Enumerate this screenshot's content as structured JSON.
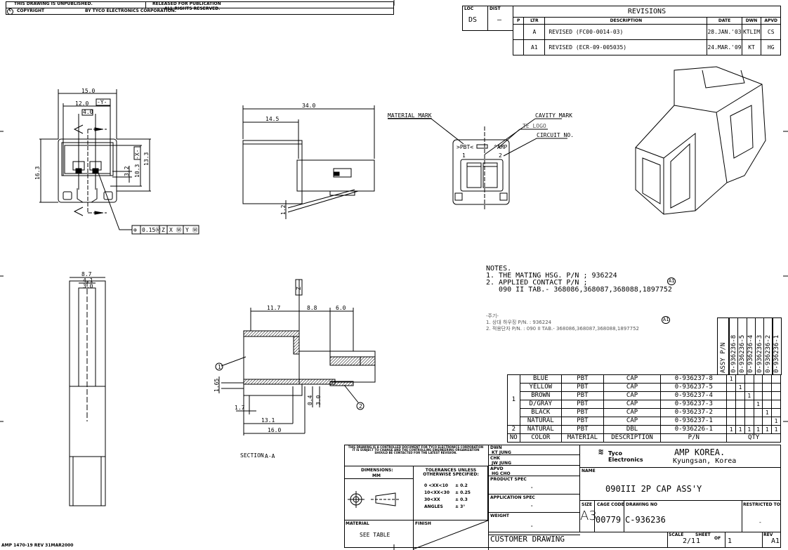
{
  "header": {
    "unpublished": "THIS DRAWING IS UNPUBLISHED.",
    "released": "RELEASED FOR PUBLICATION",
    "copyright": "COPYRIGHT",
    "by_tyco": "BY TYCO ELECTRONICS CORPORATION.",
    "rights": "ALL RIGHTS RESERVED."
  },
  "loc_dist": {
    "loc_label": "LOC",
    "loc_value": "DS",
    "dist_label": "DIST",
    "dist_value": "—"
  },
  "revisions": {
    "title": "REVISIONS",
    "columns": [
      "P",
      "LTR",
      "DESCRIPTION",
      "DATE",
      "DWN",
      "APVD"
    ],
    "rows": [
      {
        "p": "",
        "ltr": "A",
        "desc": "REVISED (FC00-0014-03)",
        "date": "28.JAN.'03",
        "dwn": "KTLIM",
        "apvd": "CS"
      },
      {
        "p": "",
        "ltr": "A1",
        "desc": "REVISED (ECR-09-005035)",
        "date": "24.MAR.'09",
        "dwn": "KT",
        "apvd": "HG"
      }
    ]
  },
  "views": {
    "front": {
      "d15": "15.0",
      "d12": "12.0",
      "d4": "4.0",
      "datum_y": "-Y-",
      "datum_x": "-X-",
      "d163": "16.3",
      "d32": "3.2",
      "d103": "10.3",
      "d133": "13.3",
      "fcf": {
        "symbol": "⊕",
        "tol": "0.15Ⓜ",
        "z": "Z",
        "x": "X Ⓜ",
        "y": "Y Ⓜ"
      }
    },
    "side": {
      "d34": "34.0",
      "d145": "14.5",
      "d12": "1.2"
    },
    "end": {
      "material_mark": "MATERIAL MARK",
      "cavity_mark": "CAVITY MARK",
      "te_logo": "TE LOGO",
      "circuit_no": "CIRCUIT NO.",
      "pbt": ">PBT<",
      "amp": "^AMP",
      "c1": "1",
      "c2": "2"
    },
    "top": {
      "d87": "8.7",
      "d41": "4.1",
      "d30": "3.0"
    },
    "section": {
      "datum_z": "-Z-",
      "d117": "11.7",
      "d88": "8.8",
      "d60": "6.0",
      "d165": "1.65",
      "d04": "0.4",
      "d30": "3.0",
      "d17": "1.7",
      "d131": "13.1",
      "d160": "16.0",
      "b1": "1",
      "b2": "2",
      "label_prefix": "SECTION",
      "label_id": "A-A"
    }
  },
  "notes": {
    "title": "NOTES.",
    "items": [
      "1. THE MATING HSG. P/N ; 936224",
      "2. APPLIED CONTACT P/N ;",
      "   090 II TAB.- 368086,368087,368088,1897752"
    ],
    "rev_flag": "A1"
  },
  "korean_notes": {
    "title": "-주기-",
    "items": [
      "1. 상대 하우징 P/N. : 936224",
      "2. 적용단자 P/N. : 090 II TAB.- 368086,368087,368088,1897752"
    ],
    "rev_flag": "A1"
  },
  "bom": {
    "assy_header": "ASSY P/N",
    "assy_pns": [
      "0-936236-8",
      "0-936236-5",
      "0-936236-4",
      "0-936236-3",
      "0-936236-2",
      "0-936236-1"
    ],
    "columns": [
      "NO",
      "COLOR",
      "MATERIAL",
      "DESCRIPTION",
      "P/N",
      "QTY"
    ],
    "rows": [
      {
        "no": "1",
        "color": "BLUE",
        "material": "PBT",
        "desc": "CAP",
        "pn": "0-936237-8",
        "qty": [
          "1",
          "",
          "",
          "",
          "",
          ""
        ]
      },
      {
        "no": "",
        "color": "YELLOW",
        "material": "PBT",
        "desc": "CAP",
        "pn": "0-936237-5",
        "qty": [
          "",
          "1",
          "",
          "",
          "",
          ""
        ]
      },
      {
        "no": "",
        "color": "BROWN",
        "material": "PBT",
        "desc": "CAP",
        "pn": "0-936237-4",
        "qty": [
          "",
          "",
          "1",
          "",
          "",
          ""
        ]
      },
      {
        "no": "",
        "color": "D/GRAY",
        "material": "PBT",
        "desc": "CAP",
        "pn": "0-936237-3",
        "qty": [
          "",
          "",
          "",
          "1",
          "",
          ""
        ]
      },
      {
        "no": "",
        "color": "BLACK",
        "material": "PBT",
        "desc": "CAP",
        "pn": "0-936237-2",
        "qty": [
          "",
          "",
          "",
          "",
          "1",
          ""
        ]
      },
      {
        "no": "",
        "color": "NATURAL",
        "material": "PBT",
        "desc": "CAP",
        "pn": "0-936237-1",
        "qty": [
          "",
          "",
          "",
          "",
          "",
          "1"
        ]
      },
      {
        "no": "2",
        "color": "NATURAL",
        "material": "PBT",
        "desc": "DBL",
        "pn": "0-936226-1",
        "qty": [
          "1",
          "1",
          "1",
          "1",
          "1",
          "1"
        ]
      }
    ]
  },
  "title_block": {
    "disclaimer": "THIS DRAWING IS A CONTROLLED DOCUMENT FOR TYCO ELECTRONICS CORPORATION IT IS SUBJECT TO CHANGE AND THE CONTROLLING ENGINEERING ORGANIZATION SHOULD BE CONTACTED FOR THE LATEST REVISION.",
    "dimensions_label": "DIMENSIONS:",
    "dimensions_value": "MM",
    "tolerances_title": "TOLERANCES UNLESS OTHERWISE SPECIFIED:",
    "tolerances": [
      {
        "range": "0 <XX<10",
        "tol": "± 0.2"
      },
      {
        "range": "10<XX<30",
        "tol": "± 0.25"
      },
      {
        "range": "30<XX",
        "tol": "± 0.3"
      },
      {
        "range": "ANGLES",
        "tol": "± 3°"
      }
    ],
    "material_label": "MATERIAL",
    "material_value": "SEE TABLE",
    "finish_label": "FINISH",
    "dwn_label": "DWN",
    "dwn_value": "KT JUNG",
    "chk_label": "CHK",
    "chk_value": "JW JUNG",
    "apvd_label": "APVD",
    "apvd_value": "HG CHO",
    "product_spec_label": "PRODUCT SPEC",
    "product_spec_value": "-",
    "application_spec_label": "APPLICATION SPEC",
    "application_spec_value": "-",
    "weight_label": "WEIGHT",
    "weight_value": "-",
    "customer_drawing": "CUSTOMER DRAWING",
    "logo_line1": "Tyco",
    "logo_line2": "Electronics",
    "company": "AMP KOREA.",
    "location": "Kyungsan, Korea",
    "name_label": "NAME",
    "name_value": "090III 2P CAP ASS'Y",
    "size_label": "SIZE",
    "size_value": "A3",
    "cage_label": "CAGE CODE",
    "cage_value": "00779",
    "drawing_no_label": "DRAWING NO",
    "drawing_no_value": "C-936236",
    "restricted_label": "RESTRICTED TO",
    "restricted_value": "-",
    "scale_label": "SCALE",
    "scale_value": "2/1",
    "sheet_label": "SHEET",
    "sheet_value": "1",
    "of_label": "OF",
    "of_value": "1",
    "rev_label": "REV",
    "rev_value": "A1"
  },
  "footer": "AMP 1470-19 REV 31MAR2000"
}
